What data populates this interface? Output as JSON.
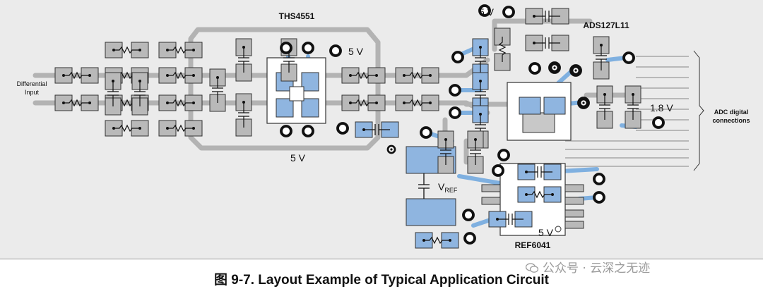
{
  "labels": {
    "differential_input": [
      "Differential",
      "Input"
    ],
    "ths4551": "THS4551",
    "ads127l11": "ADS127L11",
    "ref6041": "REF6041",
    "supply_5v_top_left": "5 V",
    "supply_5v_top": "5 V",
    "supply_5v_bottom": "5 V",
    "supply_5v_ref": "5 V",
    "supply_1v8": "1.8 V",
    "vref_main": "V",
    "vref_sub": "REF",
    "adc_digital": [
      "ADC digital",
      "connections"
    ]
  },
  "caption": "图 9-7. Layout Example of Typical Application Circuit",
  "watermark": "公众号 · 云深之无迹",
  "colors": {
    "board": "#ebebeb",
    "component": "#b9b9b9",
    "trace": "#b3b3b3",
    "signal": "#7fb0e0",
    "pad_blue": "#8fb5e0"
  }
}
